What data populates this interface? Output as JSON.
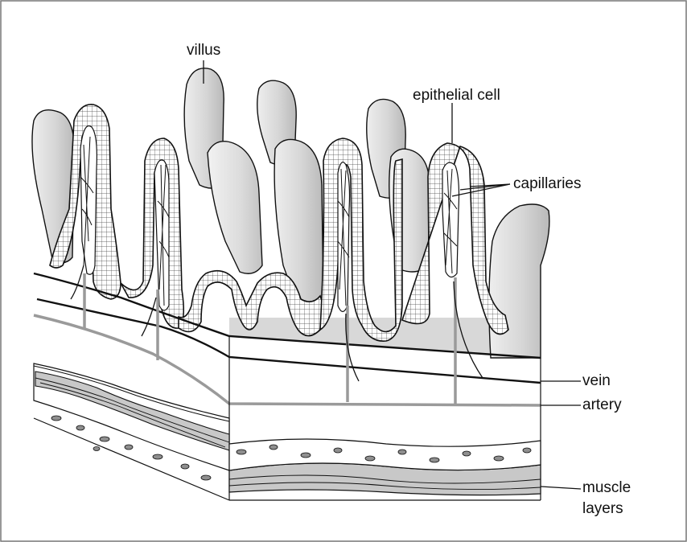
{
  "diagram": {
    "labels": {
      "villus": "villus",
      "epithelial_cell": "epithelial cell",
      "capillaries": "capillaries",
      "vein": "vein",
      "artery": "artery",
      "muscle_line1": "muscle",
      "muscle_line2": "layers"
    },
    "colors": {
      "villus_fill": "#d2d2d2",
      "villus_fill_light": "#e4e4e4",
      "outline": "#111111",
      "artery": "#9a9a9a",
      "cells": "#8f8f8f",
      "muscle": "#c8c8c8"
    }
  }
}
